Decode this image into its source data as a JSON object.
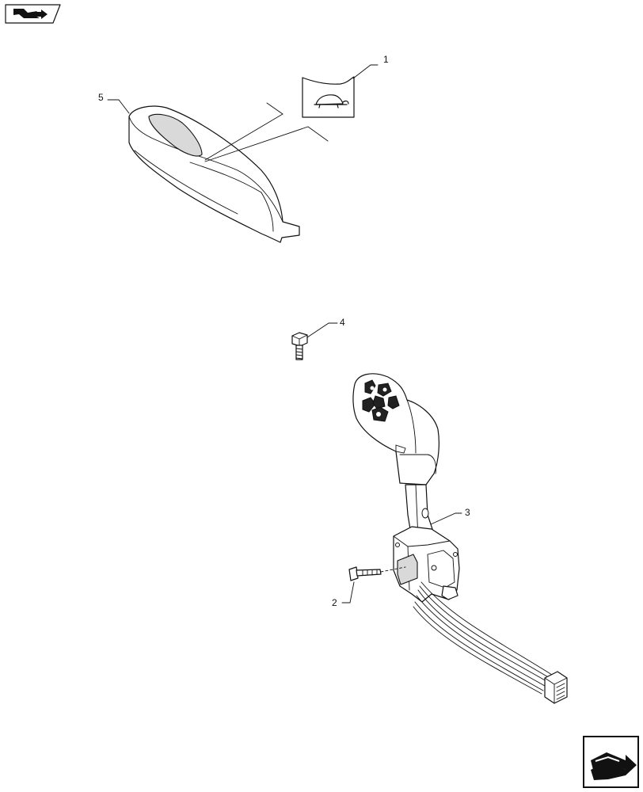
{
  "callouts": [
    {
      "id": "1",
      "label": "1"
    },
    {
      "id": "2",
      "label": "2"
    },
    {
      "id": "3",
      "label": "3"
    },
    {
      "id": "4",
      "label": "4"
    },
    {
      "id": "5",
      "label": "5"
    }
  ],
  "icons": {
    "top_left": "book-arrow-icon",
    "bottom_right": "next-page-arrow-icon",
    "decal": "turtle-icon"
  }
}
